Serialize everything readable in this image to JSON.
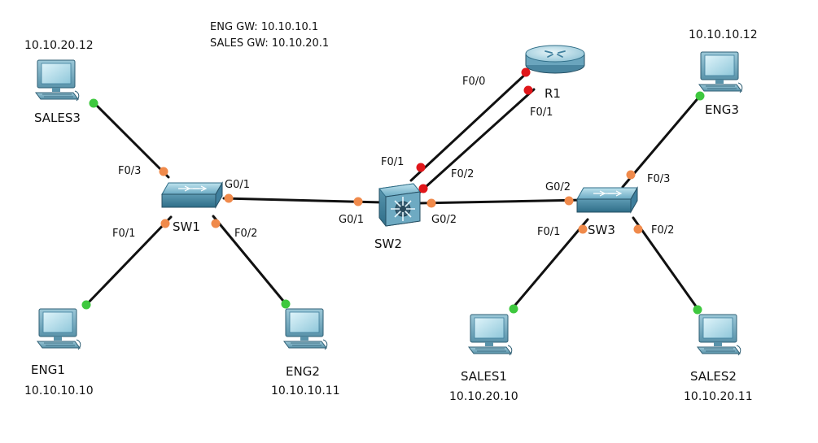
{
  "gateways": {
    "eng": "ENG GW: 10.10.10.1",
    "sales": "SALES GW: 10.10.20.1"
  },
  "devices": {
    "sales3": {
      "name": "SALES3",
      "ip": "10.10.20.12"
    },
    "eng1": {
      "name": "ENG1",
      "ip": "10.10.10.10"
    },
    "eng2": {
      "name": "ENG2",
      "ip": "10.10.10.11"
    },
    "eng3": {
      "name": "ENG3",
      "ip": "10.10.10.12"
    },
    "sales1": {
      "name": "SALES1",
      "ip": "10.10.20.10"
    },
    "sales2": {
      "name": "SALES2",
      "ip": "10.10.20.11"
    },
    "sw1": {
      "name": "SW1"
    },
    "sw2": {
      "name": "SW2"
    },
    "sw3": {
      "name": "SW3"
    },
    "r1": {
      "name": "R1"
    }
  },
  "ports": {
    "sw1_f03": "F0/3",
    "sw1_g01": "G0/1",
    "sw1_f01": "F0/1",
    "sw1_f02": "F0/2",
    "sw2_g01": "G0/1",
    "sw2_g02": "G0/2",
    "sw2_f01": "F0/1",
    "sw2_f02": "F0/2",
    "r1_f00": "F0/0",
    "r1_f01": "F0/1",
    "sw3_g02": "G0/2",
    "sw3_f03": "F0/3",
    "sw3_f01": "F0/1",
    "sw3_f02": "F0/2"
  },
  "colors": {
    "link": "#111111",
    "port_orange": "#f08a4b",
    "port_green": "#3ec83e",
    "port_red": "#e0161a",
    "device_body": "#7fb7cf",
    "device_dark": "#3f7f9d",
    "pc_screen": "#a8dceb"
  }
}
